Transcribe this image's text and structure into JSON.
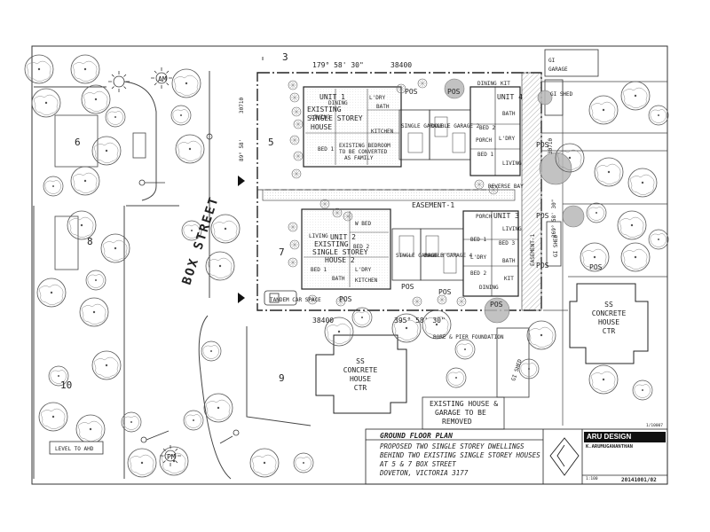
{
  "plan": {
    "street_name": "BOX STREET",
    "bearing_top": "179° 58' 30\"",
    "bearing_bottom": "395° 58' 30\"",
    "dim_top": "38400",
    "dim_bottom": "38400",
    "dim_left_top": "30710",
    "dim_left_mid": "89° 58'",
    "dim_right": "30710",
    "dim_right_bearing": "269° 58' 30\"",
    "lot_numbers": [
      "3",
      "5",
      "6",
      "7",
      "8",
      "9",
      "10"
    ],
    "north_marker_am": "AM",
    "north_marker_pm": "PM",
    "level_note": "LEVEL TO AHD",
    "easement_1": "EASEMENT-1",
    "easement_v": "EASEMENT-1",
    "reverse_bay": "REVERSE BAY",
    "tandem_car_space": "TANDEM CAR SPACE",
    "bore_note": "BORE & PIER FOUNDATION",
    "existing_note_1": "EXISTING HOUSE &",
    "existing_note_2": "GARAGE TO BE",
    "existing_note_3": "REMOVED",
    "existing_bedroom_1": "EXISTING BEDROOM",
    "existing_bedroom_2": "TO BE CONVERTED",
    "existing_bedroom_3": "AS FAMILY",
    "neighbour_top_1": "GI",
    "neighbour_top_2": "GARAGE",
    "gi_shed_top": "GI SHED",
    "gi_shed_right": "GI SHED",
    "gi_shed_bottom": "GI SHED"
  },
  "units": {
    "unit1": {
      "label": "UNIT 1",
      "title_1": "EXISTING",
      "title_2": "SINGLE STOREY",
      "title_3": "HOUSE"
    },
    "unit2": {
      "label": "UNIT 2",
      "title_1": "EXISTING",
      "title_2": "SINGLE STOREY",
      "title_3": "HOUSE 2"
    },
    "unit3": {
      "label": "UNIT 3"
    },
    "unit4": {
      "label": "UNIT 4"
    }
  },
  "rooms": {
    "living": "LIVING",
    "dining": "DINING",
    "kitchen": "KITCHEN",
    "kit": "KIT",
    "bath": "BATH",
    "bed1": "BED 1",
    "bed2": "BED 2",
    "bed3": "BED 3",
    "ldry": "L'DRY",
    "porch": "PORCH",
    "wbed": "W BED",
    "single_garage_1": "SINGLE GARAGE 1",
    "double_garage_2": "DOUBLE GARAGE 2",
    "single_garage_3": "SINGLE GARAGE 3",
    "double_garage_4": "DOUBLE GARAGE 4",
    "pos": "POS"
  },
  "neighbours": {
    "ss_house_1": {
      "l1": "SS",
      "l2": "CONCRETE",
      "l3": "HOUSE",
      "l4": "CTR"
    },
    "ss_house_2": {
      "l1": "SS",
      "l2": "CONCRETE",
      "l3": "HOUSE",
      "l4": "CTR"
    }
  },
  "title_block": {
    "drawing_title": "GROUND FLOOR PLAN",
    "desc_1": "PROPOSED TWO SINGLE STOREY DWELLINGS",
    "desc_2": "BEHIND TWO EXISTING SINGLE STOREY HOUSES",
    "desc_3": "AT 5 & 7 BOX STREET",
    "desc_4": "DOVETON, VICTORIA 3177",
    "brand": "ARU DESIGN",
    "designer": "K.ARUMUGANANTHAN",
    "drawing_no": "20141001/02",
    "scale": "1:100",
    "sheet_ref": "1/10007"
  }
}
